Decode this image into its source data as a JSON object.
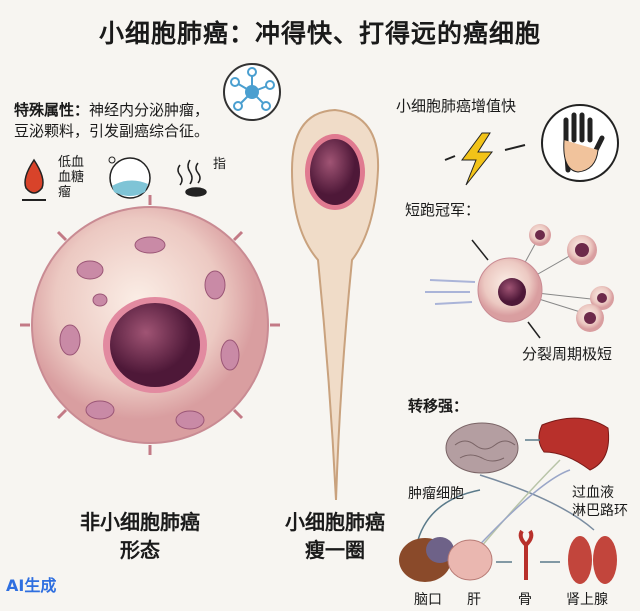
{
  "title": "小细胞肺癌：冲得快、打得远的癌细胞",
  "properties": {
    "heading": "特殊属性：",
    "line1": "神经内分泌肿瘤，",
    "line2": "豆泌颗料，引发副癌综合征。",
    "icons": [
      {
        "name": "blood-drop-icon",
        "label_lines": [
          "低血",
          "血糖",
          "瘤"
        ]
      },
      {
        "name": "face-icon"
      },
      {
        "name": "steam-icon",
        "label": "指"
      }
    ]
  },
  "cells": {
    "nsclc": {
      "line1": "非小细胞肺癌",
      "line2": "形态"
    },
    "sclc": {
      "line1": "小细胞肺癌",
      "line2": "瘦一圈"
    }
  },
  "growth": {
    "label": "小细胞肺癌增值快",
    "sprint": "短跑冠军：",
    "division": "分裂周期极短"
  },
  "metastasis": {
    "heading": "转移强：",
    "tumor_cells": "肿瘤细胞",
    "route_line1": "过血液",
    "route_line2": "淋巴路环",
    "organs": [
      "脑口",
      "肝",
      "骨",
      "肾上腺"
    ]
  },
  "watermark": "AI生成"
}
